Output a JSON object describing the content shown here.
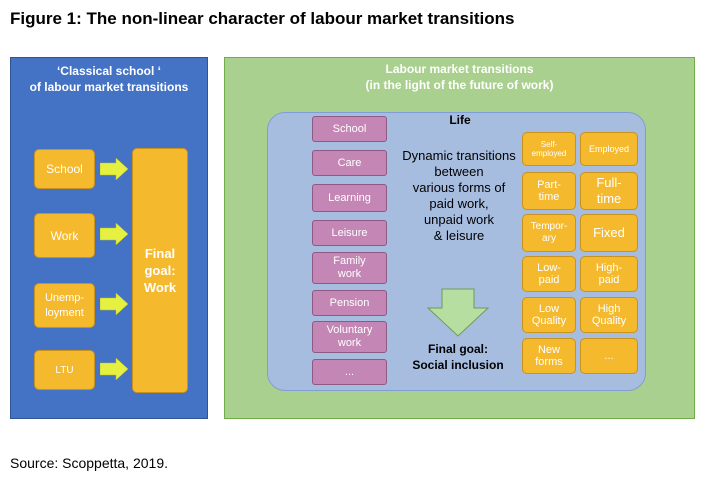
{
  "figure_title": "Figure 1: The non-linear character of labour market transitions",
  "source": "Source: Scoppetta, 2019.",
  "left_panel": {
    "heading_line1": "‘Classical school ‘",
    "heading_line2": "of labour market transitions",
    "items": [
      "School",
      "Work",
      "Unemp-\nloyment",
      "LTU"
    ],
    "final_goal_line1": "Final",
    "final_goal_line2": "goal:",
    "final_goal_line3": "Work"
  },
  "right_panel": {
    "heading_line1": "Labour market transitions",
    "heading_line2": "(in the light of the future of work)",
    "life_label": "Life",
    "purple_items": [
      "School",
      "Care",
      "Learning",
      "Leisure",
      "Family\nwork",
      "Pension",
      "Voluntary\nwork",
      "..."
    ],
    "center_line1": "Dynamic transitions",
    "center_line2": "between",
    "center_line3": "various forms of",
    "center_line4": "paid work,",
    "center_line5": "unpaid work",
    "center_line6": "& leisure",
    "final_goal_line1": "Final goal:",
    "final_goal_line2": "Social inclusion",
    "grid_left": [
      "Self-\nemployed",
      "Part-\ntime",
      "Tempor-\nary",
      "Low-\npaid",
      "Low\nQuality",
      "New\nforms"
    ],
    "grid_right": [
      "Employed",
      "Full-\ntime",
      "Fixed",
      "High-\npaid",
      "High\nQuality",
      "..."
    ]
  },
  "colors": {
    "left_panel": "#4472c4",
    "right_panel": "#a9d08e",
    "life_box": "#a7bde0",
    "orange": "#f4b92d",
    "purple": "#c486b4",
    "arrow_yellow": "#e6f040",
    "down_arrow": "#b6dea0"
  }
}
